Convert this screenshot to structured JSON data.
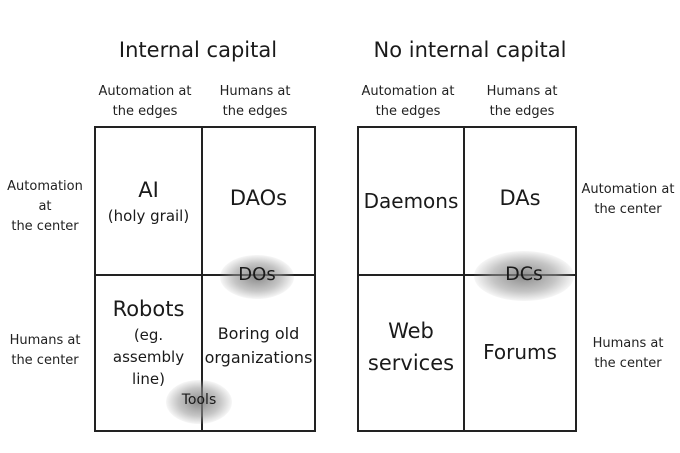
{
  "left": {
    "title": "Internal capital",
    "col_headers": [
      "Automation at\nthe edges",
      "Humans at\nthe edges"
    ],
    "row_headers": [
      "Automation at\nthe center",
      "Humans at\nthe center"
    ],
    "cells": {
      "top_left_main": "AI",
      "top_left_sub": "(holy grail)",
      "top_right": "DAOs",
      "bottom_left_main": "Robots",
      "bottom_left_sub": "(eg. assembly\nline)",
      "bottom_right": "Boring old\norganizations"
    },
    "overlays": {
      "center": "DOs",
      "bottom": "Tools"
    }
  },
  "right": {
    "title": "No internal capital",
    "col_headers": [
      "Automation at\nthe edges",
      "Humans at\nthe edges"
    ],
    "row_headers": [
      "Automation at\nthe center",
      "Humans at\nthe center"
    ],
    "cells": {
      "top_left": "Daemons",
      "top_right": "DAs",
      "bottom_left": "Web\nservices",
      "bottom_right": "Forums"
    },
    "overlays": {
      "center": "DCs"
    }
  }
}
